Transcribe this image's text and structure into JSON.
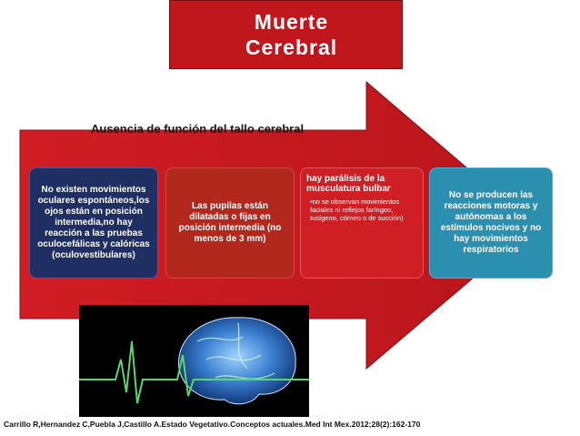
{
  "title": "Muerte Cerebral",
  "subtitle": "Ausencia de función del tallo cerebral",
  "boxes": [
    {
      "text": "No existen movimientos oculares espontáneos,los ojos están en posición intermedia,no hay reacción a las pruebas oculocefálicas y calóricas (oculovestibulares)"
    },
    {
      "text": "Las pupilas están dilatadas o fijas en posición intermedia (no menos de 3 mm)"
    },
    {
      "heading": "hay parálisis de la musculatura bulbar",
      "bullet": "•no se observan movimientos faciales ni reflejos faríngeo, tusígeno, córneo o de succión)"
    },
    {
      "text": "No se producen las reacciones motoras y autónomas a los estímulos nocivos y no hay movimientos respiratorios"
    }
  ],
  "citation": "Carrillo R,Hernandez C,Puebla J,Castillo A.Estado Vegetativo.Conceptos actuales.Med Int Mex.2012;28(2):162-170",
  "colors": {
    "title_bg": "#c0171d",
    "arrow": "#c41a20",
    "box1": "#1f2f63",
    "box2": "#b2281c",
    "box3": "#cf1e24",
    "box4": "#2b8fb0"
  }
}
